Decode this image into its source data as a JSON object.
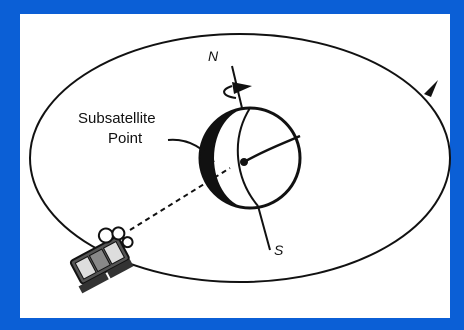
{
  "colors": {
    "frame": "#0b5fd6",
    "panel": "#ffffff",
    "ink": "#111111"
  },
  "labels": {
    "subsatellite_line1": "Subsatellite",
    "subsatellite_line2": "Point",
    "north": "N",
    "south": "S"
  },
  "icons": [
    "satellite-icon",
    "orbit-direction-arrow-icon",
    "earth-rotation-arrow-icon"
  ]
}
